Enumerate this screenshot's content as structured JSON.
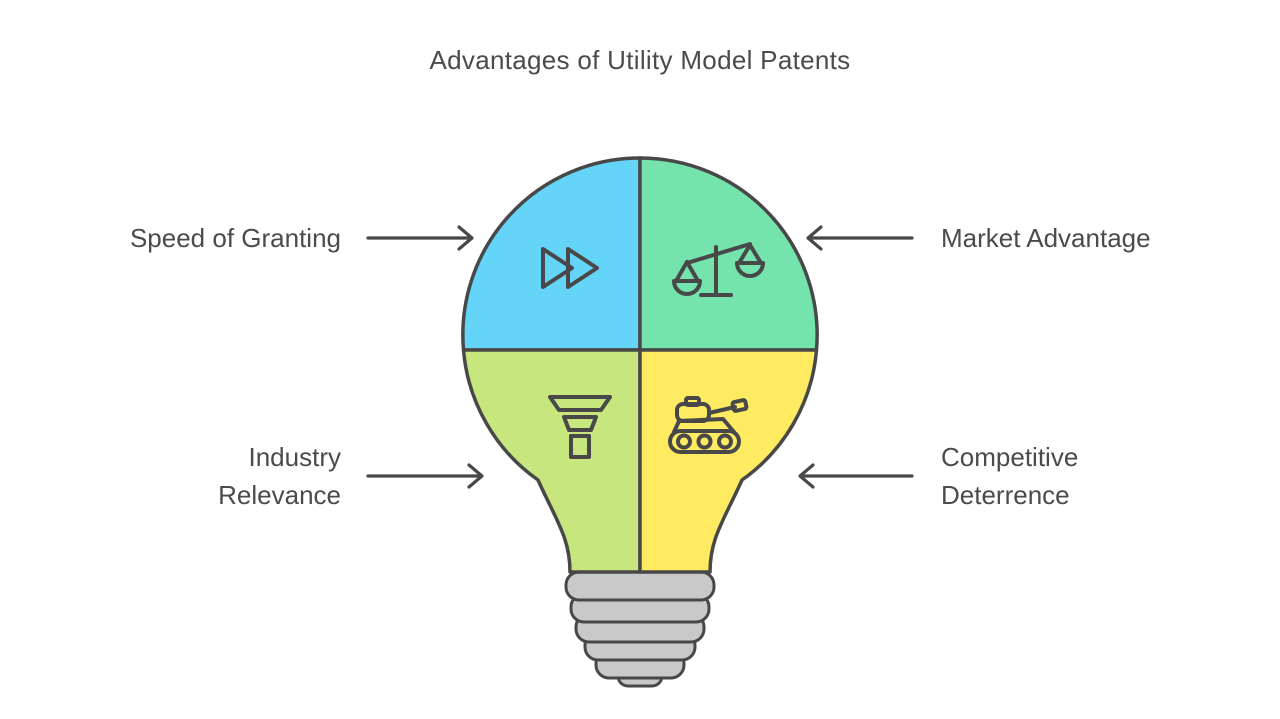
{
  "diagram": {
    "title": "Advantages of Utility Model Patents",
    "labels": [
      {
        "text": "Speed of Granting",
        "side": "left",
        "arrow": "right",
        "quadrant": "top-left"
      },
      {
        "text": "Market Advantage",
        "side": "right",
        "arrow": "left",
        "quadrant": "top-right"
      },
      {
        "text": "Industry Relevance",
        "side": "left",
        "arrow": "right",
        "quadrant": "bottom-left"
      },
      {
        "text": "Competitive Deterrence",
        "side": "right",
        "arrow": "left",
        "quadrant": "bottom-right"
      }
    ],
    "quadrants": [
      {
        "name": "top-left",
        "icon": "fast-forward-icon",
        "color": "#64D4F8"
      },
      {
        "name": "top-right",
        "icon": "balance-scale-icon",
        "color": "#74E3AC"
      },
      {
        "name": "bottom-left",
        "icon": "funnel-icon",
        "color": "#C7E67D"
      },
      {
        "name": "bottom-right",
        "icon": "tank-icon",
        "color": "#FFEB62"
      }
    ],
    "colors": {
      "outline": "#484848",
      "text": "#4B4B4B",
      "base_fill": "#C9C9C9",
      "background": "#FFFFFF"
    }
  }
}
